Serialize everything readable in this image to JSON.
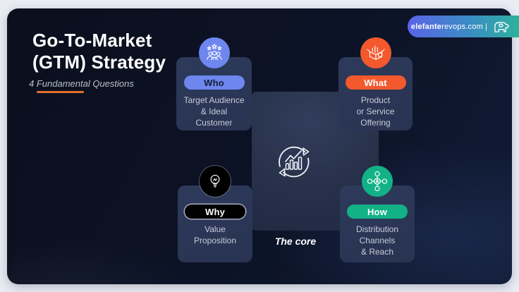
{
  "header": {
    "title_line1": "Go-To-Market",
    "title_line2": "(GTM) Strategy",
    "subtitle": "4 Fundamental Questions"
  },
  "brand": {
    "name_bold": "elefante",
    "name_rest": "revops.com",
    "divider": "|",
    "logo_icon": "elephant-icon",
    "gradient_start": "#5a64e8",
    "gradient_end": "#2fb09c"
  },
  "center": {
    "icon": "growth-cycle-icon",
    "caption": "The core"
  },
  "cards": [
    {
      "id": "who",
      "label": "Who",
      "icon": "audience-icon",
      "accent": "#6d87ef",
      "label_color": "#141c33",
      "lines": [
        "Target Audience",
        "& Ideal",
        "Customer"
      ]
    },
    {
      "id": "what",
      "label": "What",
      "icon": "product-box-icon",
      "accent": "#f4582d",
      "label_color": "#ffffff",
      "lines": [
        "Product",
        "or Service",
        "Offering"
      ]
    },
    {
      "id": "why",
      "label": "Why",
      "icon": "lightbulb-icon",
      "accent": "#000000",
      "label_color": "#ffffff",
      "lines": [
        "Value",
        "Proposition"
      ]
    },
    {
      "id": "how",
      "label": "How",
      "icon": "distribution-icon",
      "accent": "#12b286",
      "label_color": "#ffffff",
      "lines": [
        "Distribution",
        "Channels",
        "& Reach"
      ]
    }
  ],
  "colors": {
    "frame_bg": "#e9ecf3",
    "slide_bg": "#0c1324",
    "card_bg": "#2b3554",
    "center_square_bg": "#2b3553",
    "underline_accent": "#e2702d",
    "body_text": "#c6ccda",
    "title_text": "#ffffff"
  }
}
